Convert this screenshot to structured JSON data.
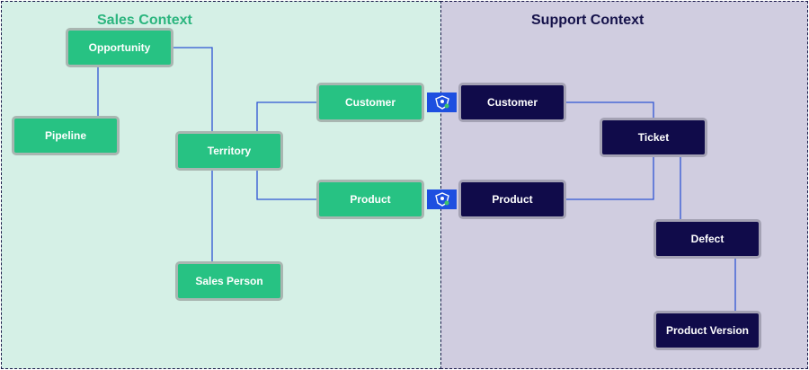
{
  "contexts": {
    "sales": {
      "title": "Sales Context",
      "color": "#27c283"
    },
    "support": {
      "title": "Support Context",
      "color": "#100b4a"
    }
  },
  "sales_nodes": {
    "opportunity": "Opportunity",
    "pipeline": "Pipeline",
    "territory": "Territory",
    "customer": "Customer",
    "product": "Product",
    "sales_person": "Sales Person"
  },
  "support_nodes": {
    "customer": "Customer",
    "product": "Product",
    "ticket": "Ticket",
    "defect": "Defect",
    "product_version": "Product Version"
  },
  "connector_icon": "anti-corruption-layer-icon"
}
